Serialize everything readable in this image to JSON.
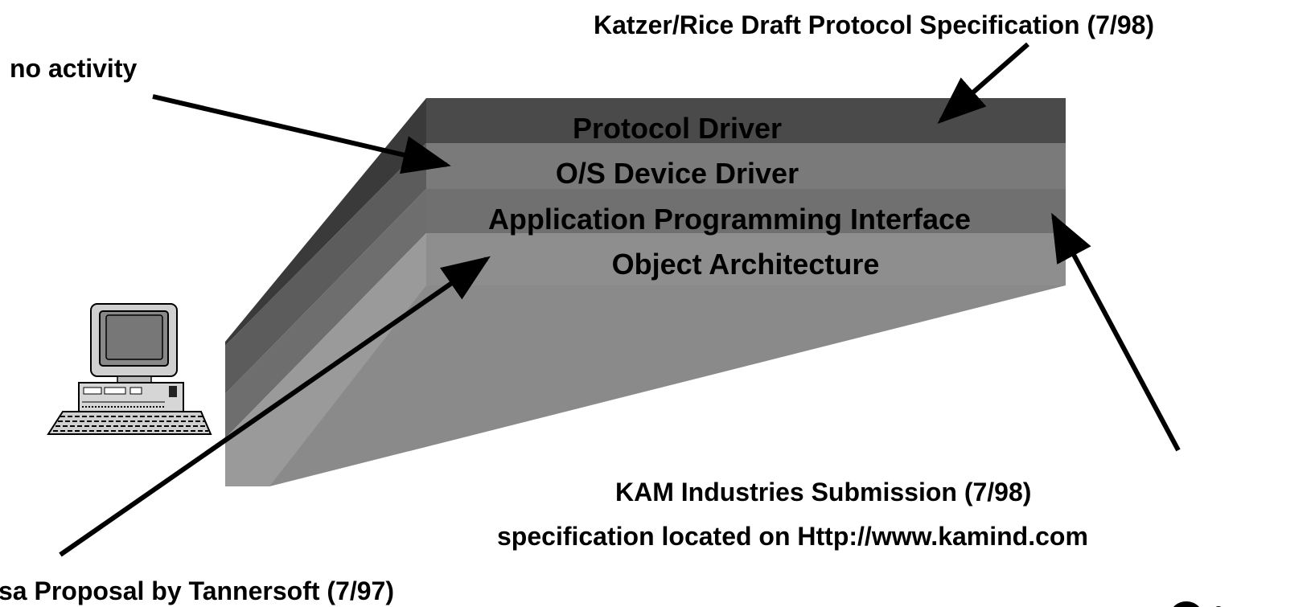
{
  "layers": [
    {
      "label": "Protocol Driver",
      "color": "#4a4a4a",
      "side": "#3a3a3a"
    },
    {
      "label": "O/S Device Driver",
      "color": "#7a7a7a",
      "side": "#6a6a6a"
    },
    {
      "label": "Application Programming Interface",
      "color": "#7d7d7d",
      "side": "#6e6e6e"
    },
    {
      "label": "Object Architecture",
      "color": "#8e8e8e",
      "side": "#9a9a9a"
    }
  ],
  "annotations": {
    "top_right": "Katzer/Rice Draft Protocol Specification (7/98)",
    "top_left": "no activity",
    "bottom_right_line1": "KAM Industries Submission (7/98)",
    "bottom_right_line2": "specification located on Http://www.kamind.com",
    "bottom_left": "sa Proposal by Tannersoft (7/97)"
  },
  "icons": {
    "computer": "desktop-computer-icon",
    "corner": "bullet-dot-icon"
  },
  "colors": {
    "arrow": "#000000",
    "background": "#ffffff"
  }
}
